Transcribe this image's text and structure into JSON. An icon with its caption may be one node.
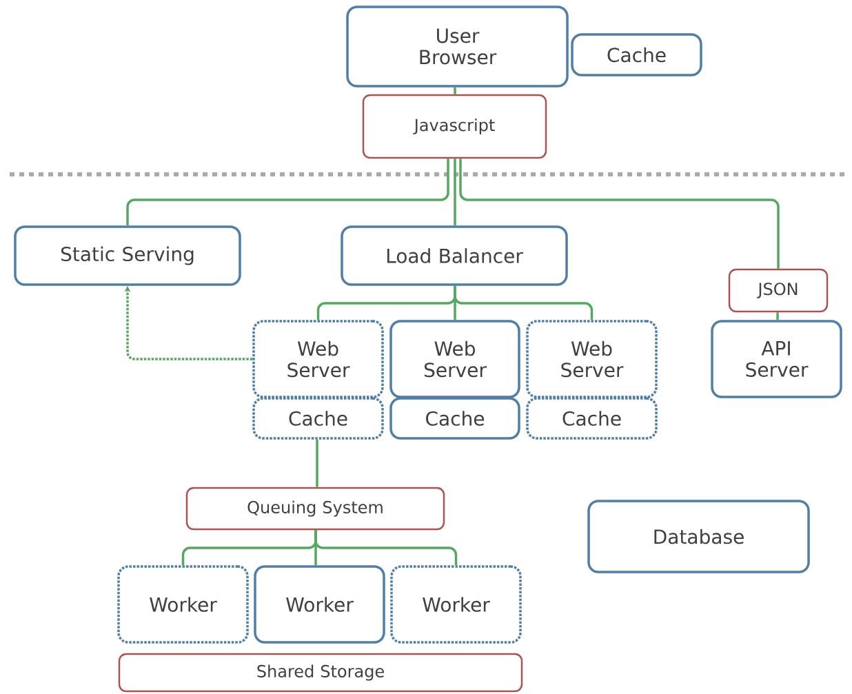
{
  "diagram": {
    "nodes": [
      {
        "text": [
          "User Browser"
        ]
      },
      {
        "text": [
          "Cache"
        ]
      },
      {
        "text": [
          "Javascript"
        ]
      },
      {
        "text": [
          "Static Serving"
        ]
      },
      {
        "text": [
          "Load Balancer"
        ]
      },
      {
        "text": [
          "JSON"
        ]
      },
      {
        "text": [
          "Web Server"
        ]
      },
      {
        "text": [
          "Web Server"
        ]
      },
      {
        "text": [
          "Web Server"
        ]
      },
      {
        "text": [
          "API Server"
        ]
      },
      {
        "text": [
          "Cache"
        ]
      },
      {
        "text": [
          "Cache"
        ]
      },
      {
        "text": [
          "Cache"
        ]
      },
      {
        "text": [
          "Queuing System"
        ]
      },
      {
        "text": [
          "Database"
        ]
      },
      {
        "text": [
          "Worker"
        ]
      },
      {
        "text": [
          "Worker"
        ]
      },
      {
        "text": [
          "Worker"
        ]
      },
      {
        "text": [
          "Shared Storage"
        ]
      }
    ],
    "edges": [
      {
        "from": 0,
        "to": 2,
        "arrow": "none"
      },
      {
        "from": 2,
        "to": 3,
        "arrow": "none"
      },
      {
        "from": 2,
        "to": 4,
        "arrow": "none"
      },
      {
        "from": 2,
        "to": 5,
        "arrow": "none"
      },
      {
        "from": 5,
        "to": 9,
        "arrow": "none"
      },
      {
        "from": 4,
        "to": 6,
        "arrow": "none"
      },
      {
        "from": 4,
        "to": 7,
        "arrow": "none"
      },
      {
        "from": 4,
        "to": 8,
        "arrow": "none"
      },
      {
        "from": 6,
        "to": 3,
        "arrow": "to",
        "style": "dashed"
      },
      {
        "from": 10,
        "to": 13,
        "arrow": "none"
      },
      {
        "from": 13,
        "to": 15,
        "arrow": "none"
      },
      {
        "from": 13,
        "to": 16,
        "arrow": "none"
      },
      {
        "from": 13,
        "to": 17,
        "arrow": "none"
      }
    ]
  }
}
